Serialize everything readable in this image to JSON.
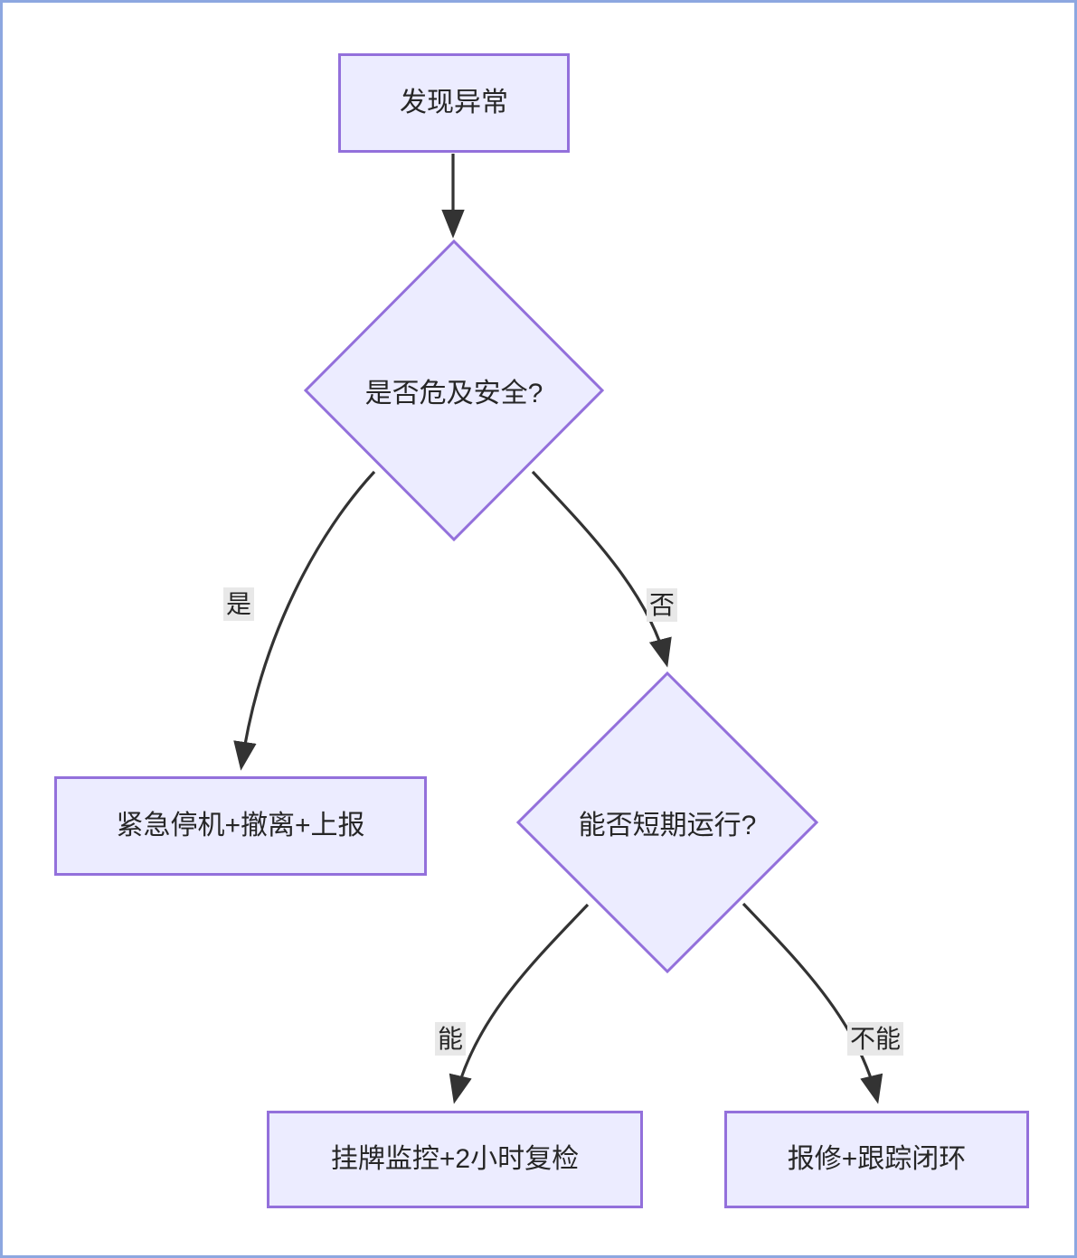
{
  "diagram": {
    "type": "flowchart",
    "direction": "top-down",
    "theme": {
      "node_fill": "#ececff",
      "node_stroke": "#9370db",
      "edge_stroke": "#333333",
      "edge_label_bg": "#e8e8e8",
      "text_color": "#262626",
      "canvas_bg": "#ffffff",
      "canvas_border": "#8da7e0"
    },
    "nodes": [
      {
        "id": "start",
        "shape": "rect",
        "label": "发现异常"
      },
      {
        "id": "decision1",
        "shape": "diamond",
        "label": "是否危及安全?"
      },
      {
        "id": "emergency",
        "shape": "rect",
        "label": "紧急停机+撤离+上报"
      },
      {
        "id": "decision2",
        "shape": "diamond",
        "label": "能否短期运行?"
      },
      {
        "id": "monitor",
        "shape": "rect",
        "label": "挂牌监控+2小时复检"
      },
      {
        "id": "repair",
        "shape": "rect",
        "label": "报修+跟踪闭环"
      }
    ],
    "edges": [
      {
        "from": "start",
        "to": "decision1",
        "label": ""
      },
      {
        "from": "decision1",
        "to": "emergency",
        "label": "是"
      },
      {
        "from": "decision1",
        "to": "decision2",
        "label": "否"
      },
      {
        "from": "decision2",
        "to": "monitor",
        "label": "能"
      },
      {
        "from": "decision2",
        "to": "repair",
        "label": "不能"
      }
    ]
  }
}
